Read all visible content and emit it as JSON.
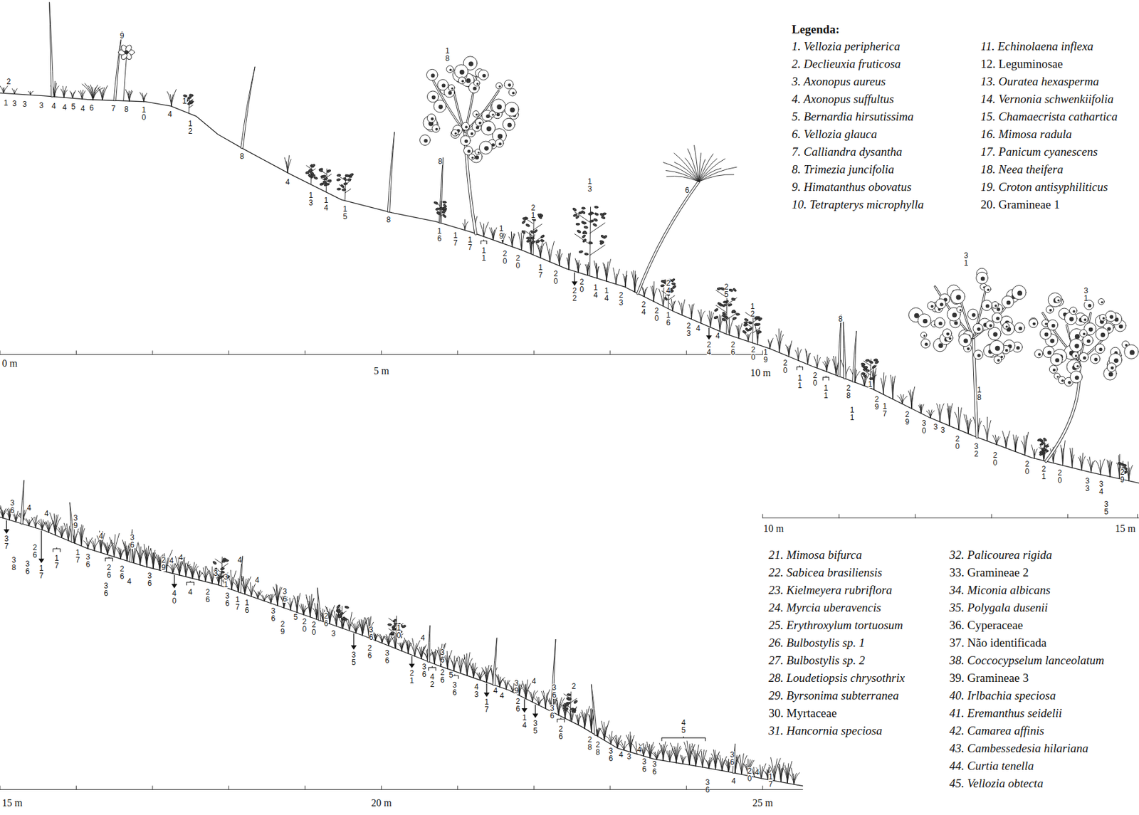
{
  "diagram": {
    "labels": [
      "Legenda:",
      "0 m",
      "5 m",
      "10 m",
      "10 m",
      "15 m",
      "15 m",
      "20 m",
      "25 m",
      "2",
      "1",
      "3",
      "3",
      "3",
      "4",
      "4",
      "5",
      "4",
      "6",
      "7",
      "8",
      "9",
      "10",
      "4",
      "1",
      "12",
      "8",
      "4",
      "13",
      "14",
      "15",
      "8",
      "8",
      "16",
      "17",
      "18",
      "17",
      "11",
      "19",
      "20",
      "20",
      "21",
      "17",
      "20",
      "22",
      "20",
      "13",
      "14",
      "14",
      "23",
      "24",
      "20",
      "16",
      "24",
      "6",
      "23",
      "4",
      "24",
      "4",
      "25",
      "26",
      "12",
      "20",
      "19",
      "20",
      "11",
      "20",
      "11",
      "8",
      "28",
      "11",
      "1",
      "29",
      "17",
      "29",
      "30",
      "3",
      "3",
      "20",
      "31",
      "32",
      "18",
      "20",
      "20",
      "21",
      "20",
      "31",
      "33",
      "34",
      "35",
      "29",
      "36",
      "4",
      "37",
      "38",
      "36",
      "26",
      "17",
      "17",
      "4",
      "39",
      "17",
      "36",
      "4",
      "26",
      "36",
      "26",
      "4",
      "36",
      "36",
      "29",
      "4",
      "4",
      "40",
      "4",
      "26",
      "3",
      "31",
      "36",
      "17",
      "4",
      "16",
      "4",
      "36",
      "36",
      "29",
      "5",
      "20",
      "20",
      "26",
      "3",
      "35",
      "26",
      "36",
      "36",
      "10",
      "21",
      "4",
      "36",
      "42",
      "26",
      "36",
      "5",
      "36",
      "43",
      "17",
      "4",
      "4",
      "39",
      "26",
      "14",
      "35",
      "4",
      "36",
      "36",
      "26",
      "2",
      "28",
      "28",
      "36",
      "4",
      "3",
      "4",
      "36",
      "36",
      "45",
      "36",
      "36",
      "4",
      "20",
      "4",
      "17"
    ],
    "legend": [
      {
        "text": "1. Vellozia peripherica"
      },
      {
        "text": "2. Declieuxia fruticosa"
      },
      {
        "text": "3. Axonopus aureus"
      },
      {
        "text": "4. Axonopus suffultus"
      },
      {
        "text": "5. Bernardia hirsutissima"
      },
      {
        "text": "6. Vellozia glauca"
      },
      {
        "text": "7. Calliandra dysantha"
      },
      {
        "text": "8. Trimezia juncifolia"
      },
      {
        "text": "9. Himatanthus obovatus"
      },
      {
        "text": "10. Tetrapterys microphylla"
      },
      {
        "text": "11. Echinolaena inflexa"
      },
      {
        "text": "12. Leguminosae"
      },
      {
        "text": "13. Ouratea hexasperma"
      },
      {
        "text": "14. Vernonia schwenkiifolia"
      },
      {
        "text": "15. Chamaecrista cathartica"
      },
      {
        "text": "16. Mimosa radula"
      },
      {
        "text": "17. Panicum cyanescens"
      },
      {
        "text": "18. Neea theifera"
      },
      {
        "text": "19. Croton antisyphiliticus"
      },
      {
        "text": "20. Gramineae 1"
      },
      {
        "text": "21. Mimosa bifurca"
      },
      {
        "text": "22. Sabicea brasiliensis"
      },
      {
        "text": "23. Kielmeyera rubriflora"
      },
      {
        "text": "24. Myrcia uberavencis"
      },
      {
        "text": "25. Erythroxylum tortuosum"
      },
      {
        "text": "26. Bulbostylis sp. 1"
      },
      {
        "text": "27. Bulbostylis sp. 2"
      },
      {
        "text": "28. Loudetiopsis chrysothrix"
      },
      {
        "text": "29. Byrsonima subterranea"
      },
      {
        "text": "30. Myrtaceae"
      },
      {
        "text": "31. Hancornia speciosa"
      },
      {
        "text": "32. Palicourea rigida"
      },
      {
        "text": "33. Gramineae 2"
      },
      {
        "text": "34. Miconia albicans"
      },
      {
        "text": "35. Polygala dusenii"
      },
      {
        "text": "36. Cyperaceae"
      },
      {
        "text": "37. Não identificada"
      },
      {
        "text": "38. Coccocypselum lanceolatum"
      },
      {
        "text": "39. Gramineae 3"
      },
      {
        "text": "40. Irlbachia speciosa"
      },
      {
        "text": "41. Eremanthus seidelii"
      },
      {
        "text": "42. Camarea affinis"
      },
      {
        "text": "43. Cambessedesia hilariana"
      },
      {
        "text": "44. Curtia tenella"
      },
      {
        "text": "45. Vellozia obtecta"
      }
    ]
  }
}
